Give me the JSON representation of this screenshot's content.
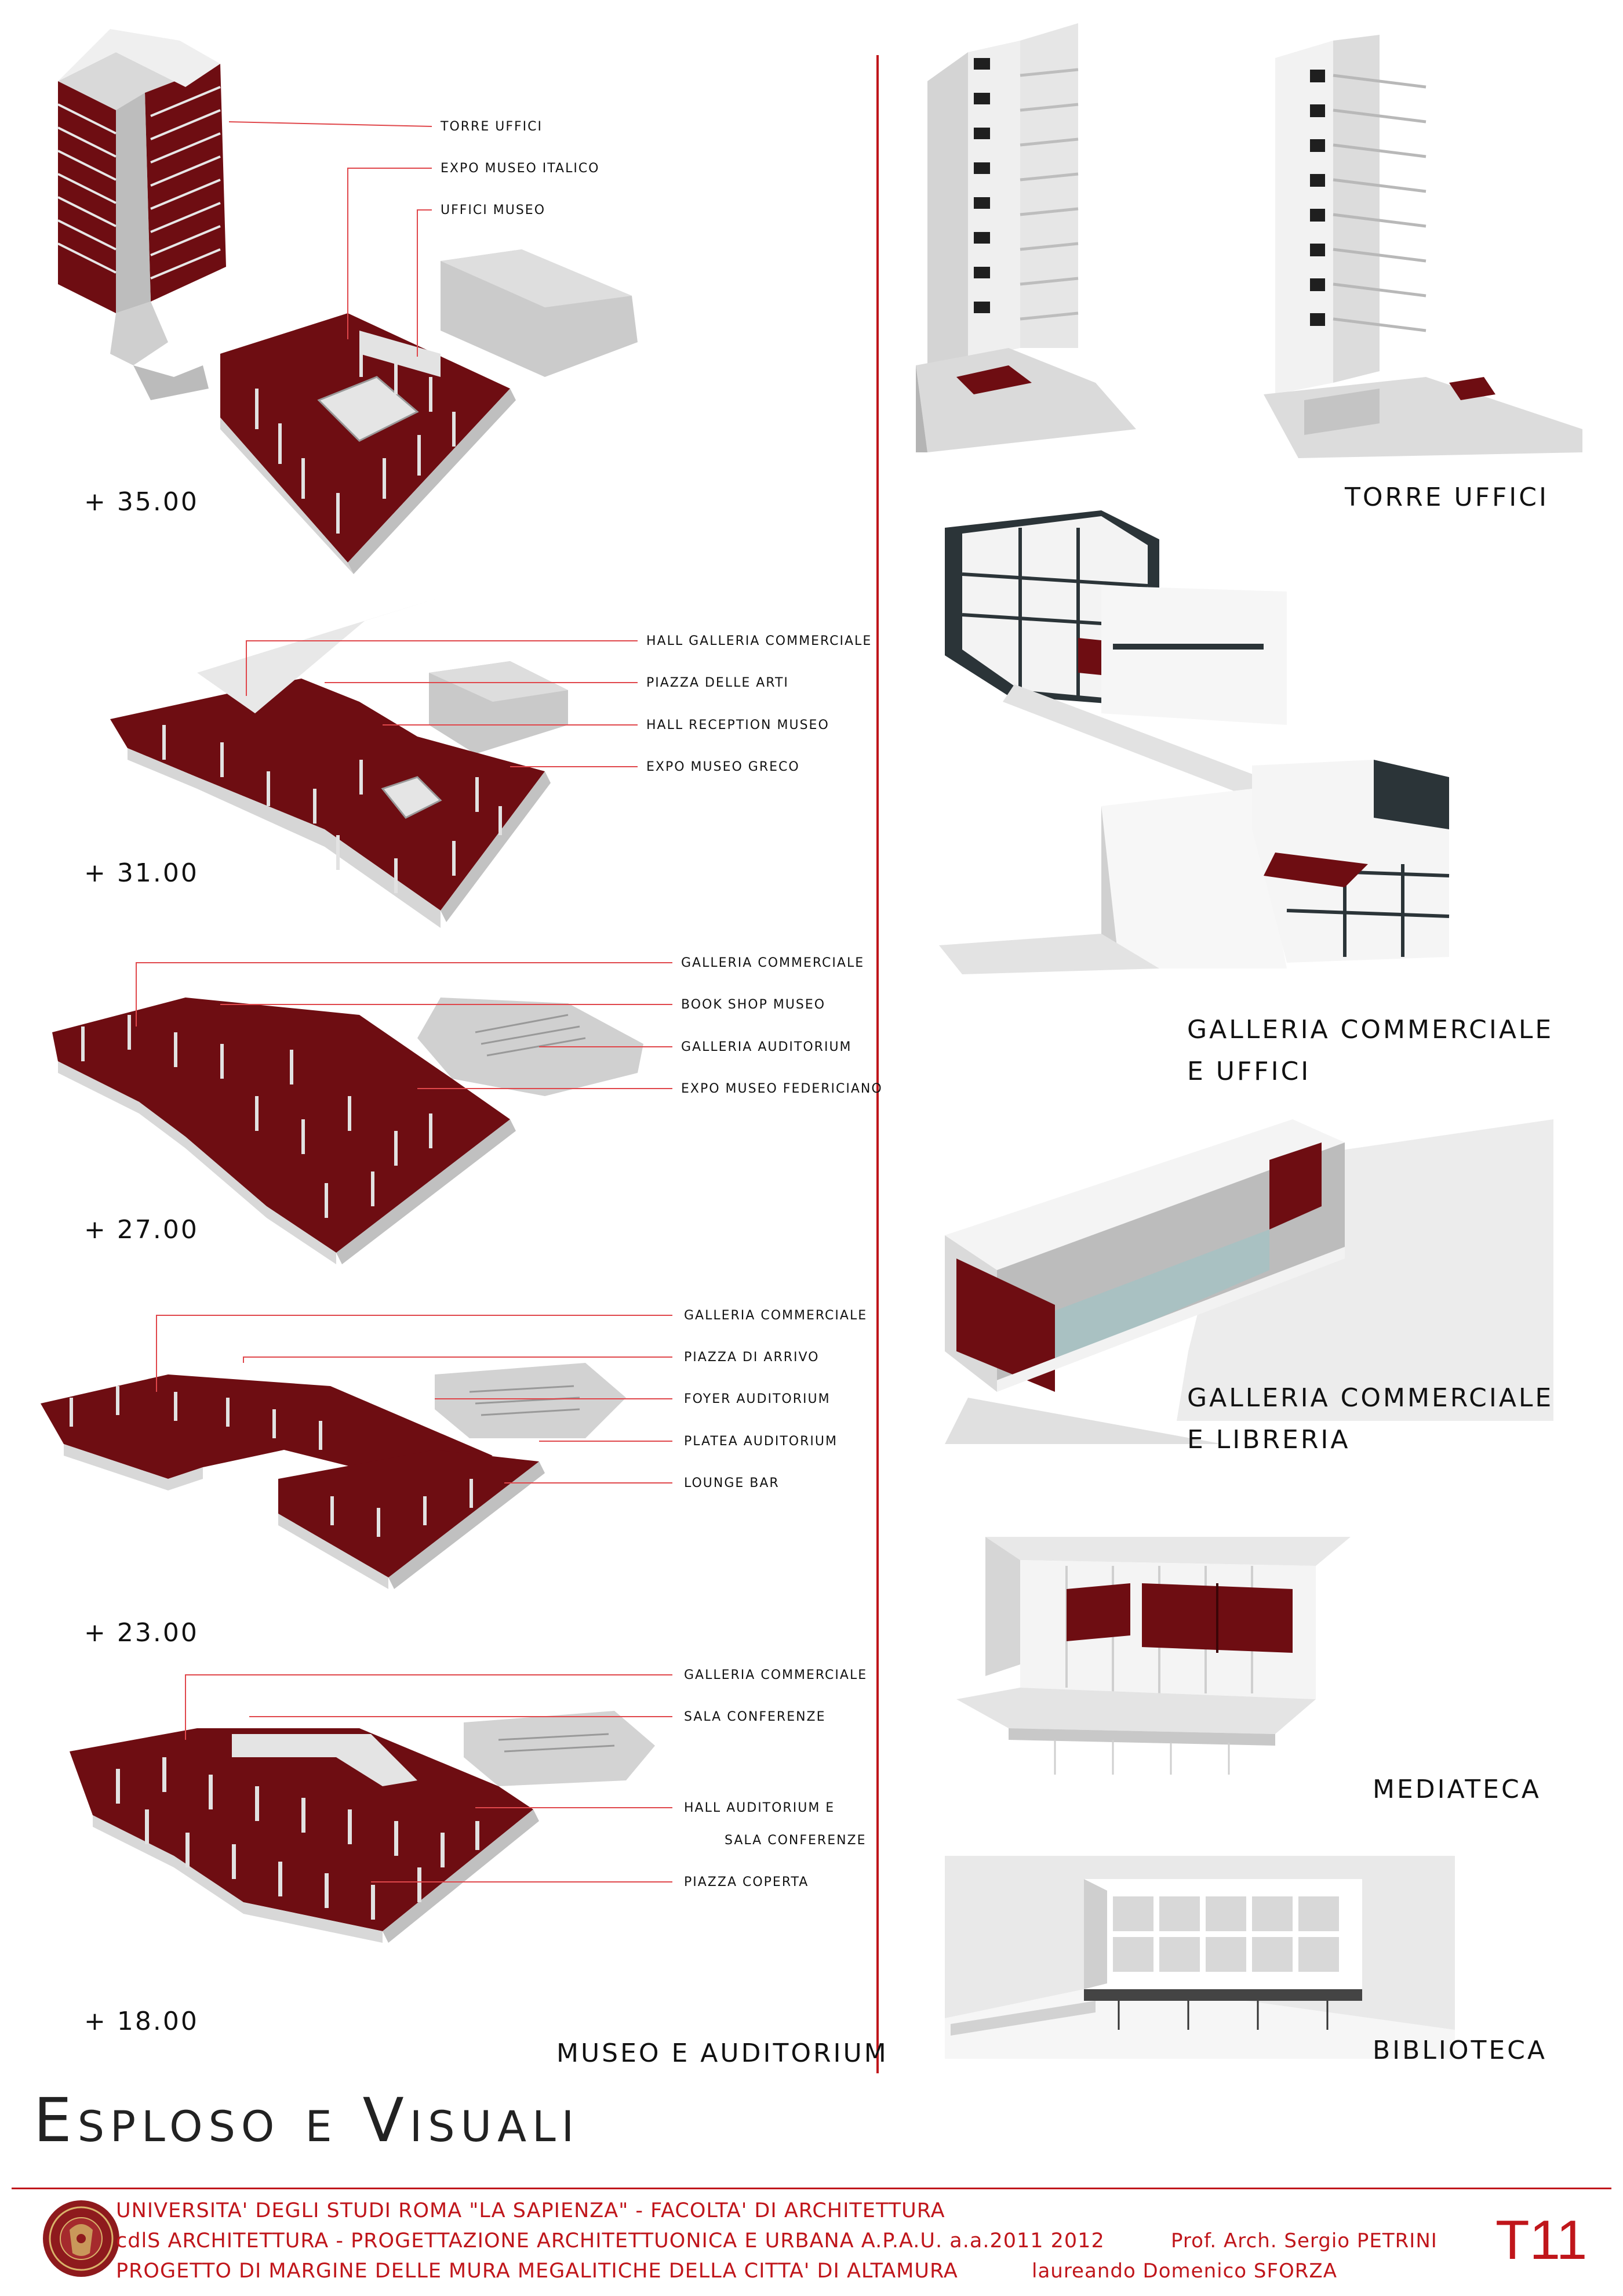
{
  "plans": [
    {
      "level": "+ 35.00",
      "callouts": [
        "TORRE UFFICI",
        "EXPO MUSEO ITALICO",
        "UFFICI MUSEO"
      ]
    },
    {
      "level": "+ 31.00",
      "callouts": [
        "HALL GALLERIA COMMERCIALE",
        "PIAZZA DELLE ARTI",
        "HALL RECEPTION MUSEO",
        "EXPO MUSEO GRECO"
      ]
    },
    {
      "level": "+ 27.00",
      "callouts": [
        "GALLERIA COMMERCIALE",
        "BOOK SHOP MUSEO",
        "GALLERIA AUDITORIUM",
        "EXPO MUSEO FEDERICIANO"
      ]
    },
    {
      "level": "+ 23.00",
      "callouts": [
        "GALLERIA COMMERCIALE",
        "PIAZZA DI ARRIVO",
        "FOYER AUDITORIUM",
        "PLATEA AUDITORIUM",
        "LOUNGE BAR"
      ]
    },
    {
      "level": "+ 18.00",
      "callouts": [
        "GALLERIA COMMERCIALE",
        "SALA CONFERENZE",
        "HALL AUDITORIUM E",
        "SALA CONFERENZE",
        "PIAZZA COPERTA"
      ]
    }
  ],
  "left_caption": "MUSEO E AUDITORIUM",
  "views": [
    {
      "label_lines": [
        "TORRE UFFICI"
      ]
    },
    {
      "label_lines": [
        "GALLERIA COMMERCIALE",
        "E UFFICI"
      ]
    },
    {
      "label_lines": [
        "GALLERIA COMMERCIALE",
        "E LIBRERIA"
      ]
    },
    {
      "label_lines": [
        "MEDIATECA"
      ]
    },
    {
      "label_lines": [
        "BIBLIOTECA"
      ]
    }
  ],
  "title": "Esploso e Visuali",
  "footer": {
    "line1": "UNIVERSITA' DEGLI STUDI ROMA \"LA SAPIENZA\" - FACOLTA' DI ARCHITETTURA",
    "line2a": "cdlS ARCHITETTURA - PROGETTAZIONE ARCHITETTUONICA E URBANA A.P.A.U. a.a.2011 2012",
    "line2b": "Prof. Arch. Sergio PETRINI",
    "line3a": "PROGETTO DI MARGINE DELLE MURA MEGALITICHE DELLA CITTA' DI ALTAMURA",
    "line3b": "laureando Domenico SFORZA",
    "code": "T11"
  },
  "colors": {
    "accent": "#c0161b",
    "floor": "#6e0d12",
    "wall": "#e4e4e4",
    "line": "#e0474b"
  }
}
